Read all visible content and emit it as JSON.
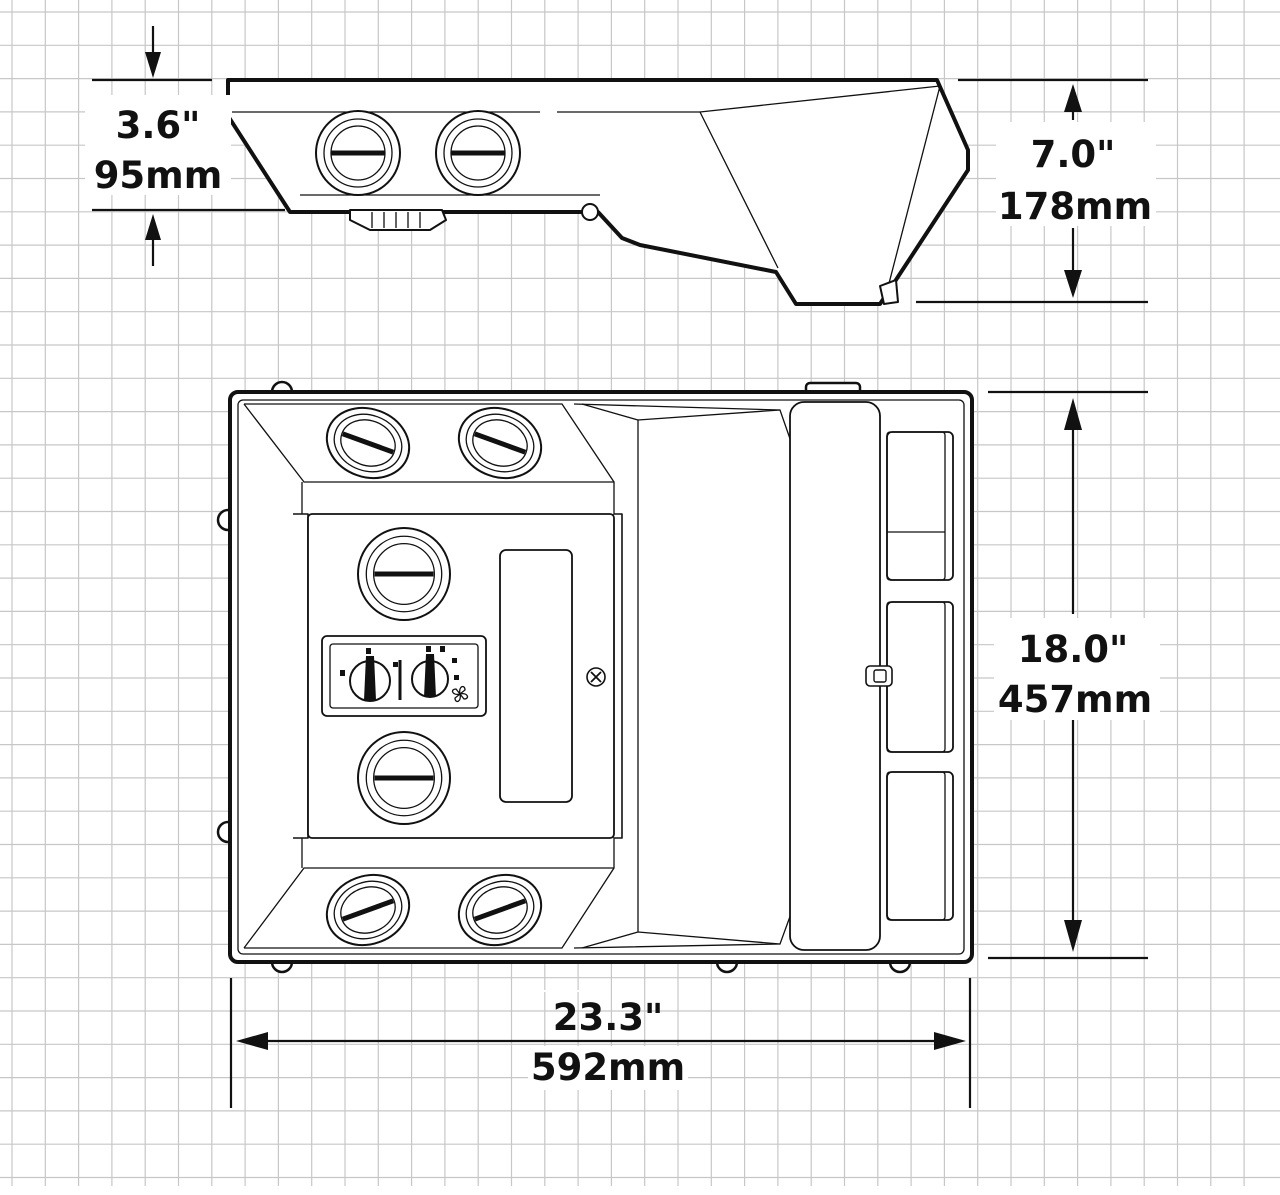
{
  "dimensions": {
    "louver_height": {
      "inches": "3.6\"",
      "mm": "95mm"
    },
    "total_height": {
      "inches": "7.0\"",
      "mm": "178mm"
    },
    "depth": {
      "inches": "18.0\"",
      "mm": "457mm"
    },
    "width": {
      "inches": "23.3\"",
      "mm": "592mm"
    }
  },
  "icons": {
    "fan_symbol": "fan-icon",
    "screw": "screw-icon"
  },
  "colors": {
    "line": "#111111",
    "grid": "#c7c7c7",
    "background": "#ffffff"
  }
}
